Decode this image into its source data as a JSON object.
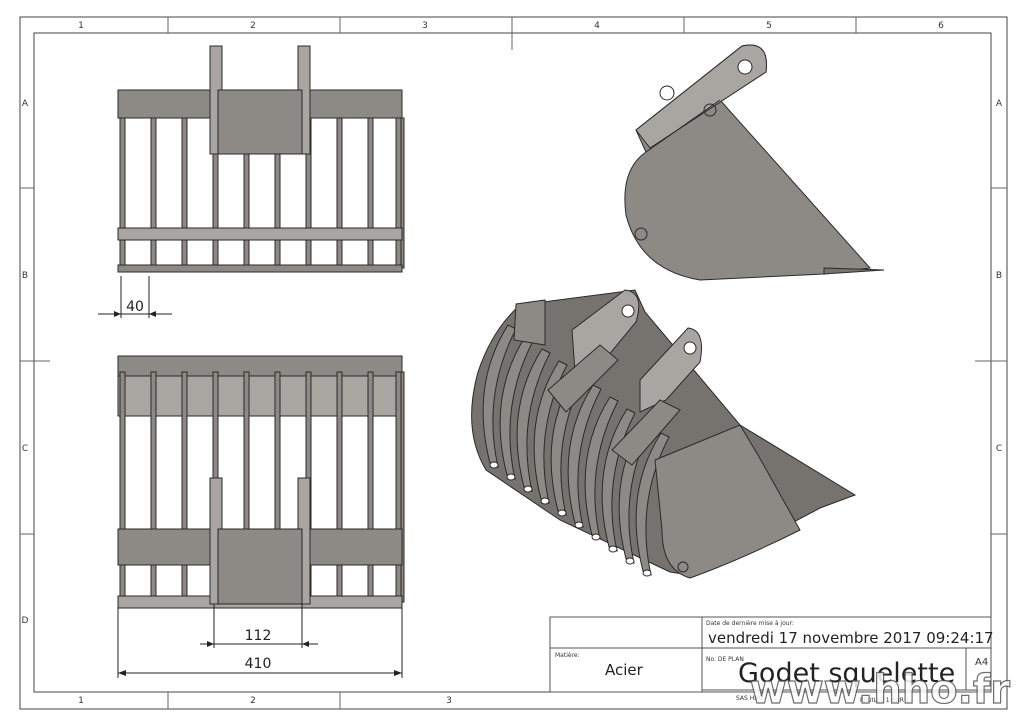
{
  "zones": {
    "columns_top": [
      "1",
      "2",
      "3",
      "4",
      "5",
      "6"
    ],
    "columns_bottom": [
      "1",
      "2",
      "3"
    ],
    "rows": [
      "A",
      "B",
      "C",
      "D"
    ]
  },
  "dimensions": {
    "bar_spacing": "40",
    "ear_spacing": "112",
    "overall_width": "410"
  },
  "title_block": {
    "revision_label": "Date de dernière mise à jour:",
    "revision_date": "vendredi 17 novembre 2017 09:24:17",
    "material_label": "Matière:",
    "material_value": "Acier",
    "plan_label": "No. DE PLAN",
    "title": "Godet squelette",
    "sheet_size": "A4",
    "company": "SAS HHO",
    "sheet_number": "FEUILLE 1 SUR 1"
  },
  "watermark": "www.hho.fr",
  "colors": {
    "part_fill": "#8d8a86",
    "part_dark": "#76736f",
    "part_light": "#a9a6a2",
    "line": "#2a2a2a"
  }
}
